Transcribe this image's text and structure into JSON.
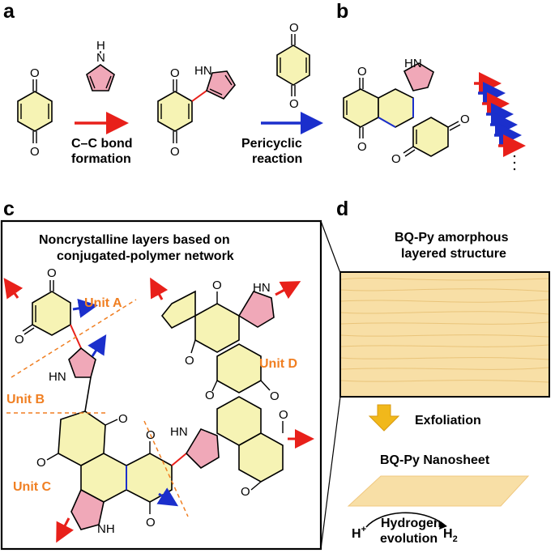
{
  "panels": {
    "a": "a",
    "b": "b",
    "c": "c",
    "d": "d"
  },
  "atoms": {
    "O": "O",
    "NH": "NH",
    "HN": "HN",
    "H": "H",
    "N": "N"
  },
  "panel_a": {
    "cc_line1": "C–C bond",
    "cc_line2": "formation",
    "peri_line1": "Pericyclic",
    "peri_line2": "reaction"
  },
  "panel_b": {
    "dots": "·\n·\n·"
  },
  "panel_c": {
    "title_line1": "Noncrystalline layers based on",
    "title_line2": "conjugated-polymer network",
    "unit_a": "Unit A",
    "unit_b": "Unit B",
    "unit_c": "Unit C",
    "unit_d": "Unit D"
  },
  "panel_d": {
    "title_line1": "BQ-Py amorphous",
    "title_line2": "layered structure",
    "exfoliation": "Exfoliation",
    "nanosheet": "BQ-Py Nanosheet",
    "hplus": "H",
    "hplus_sup": "+",
    "hyd_line1": "Hydrogen",
    "hyd_line2": "evolution",
    "h2": "H",
    "h2_sub": "2"
  },
  "colors": {
    "ring_yellow": "#f6f3b4",
    "ring_pink": "#f0a8b8",
    "red_arrow": "#e8201a",
    "blue_arrow": "#1b2fcc",
    "unit_orange": "#f07f22",
    "layer_fill": "#f8dfa6",
    "exfoliation_arrow": "#f1b81b"
  }
}
